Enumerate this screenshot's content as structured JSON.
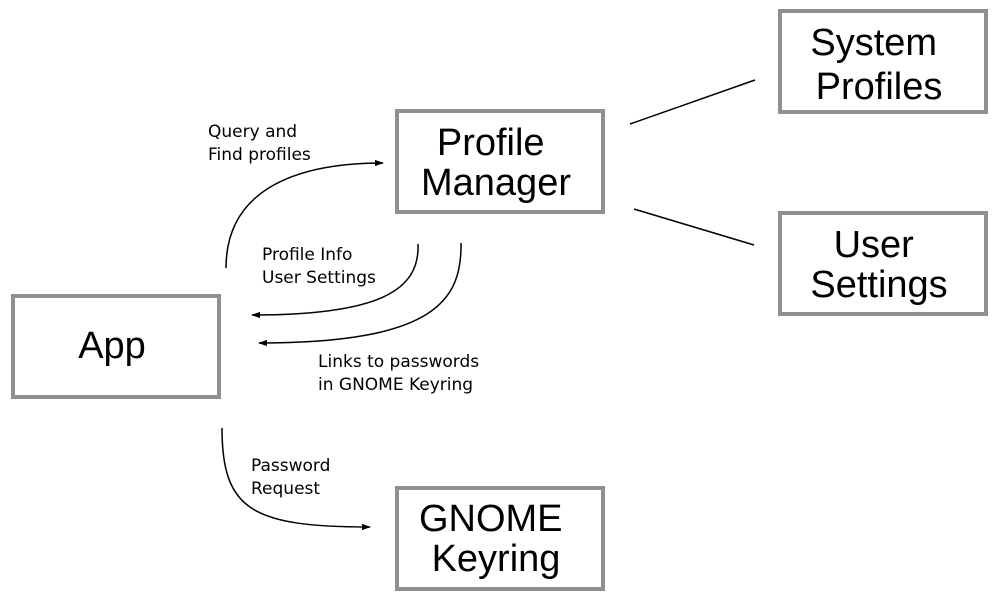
{
  "nodes": {
    "system_profiles": {
      "line1": "System",
      "line2": "Profiles"
    },
    "profile_manager": {
      "line1": "Profile",
      "line2": "Manager"
    },
    "user_settings": {
      "line1": "User",
      "line2": "Settings"
    },
    "app": {
      "line1": "App"
    },
    "gnome_keyring": {
      "line1": "GNOME",
      "line2": "Keyring"
    }
  },
  "edges": {
    "query": {
      "line1": "Query and",
      "line2": "Find profiles"
    },
    "profile_info": {
      "line1": "Profile Info",
      "line2": "User Settings"
    },
    "links": {
      "line1": "Links to passwords",
      "line2": "in GNOME Keyring"
    },
    "password": {
      "line1": "Password",
      "line2": "Request"
    }
  },
  "colors": {
    "box_border": "#909090",
    "line": "#000000",
    "background": "#ffffff"
  }
}
